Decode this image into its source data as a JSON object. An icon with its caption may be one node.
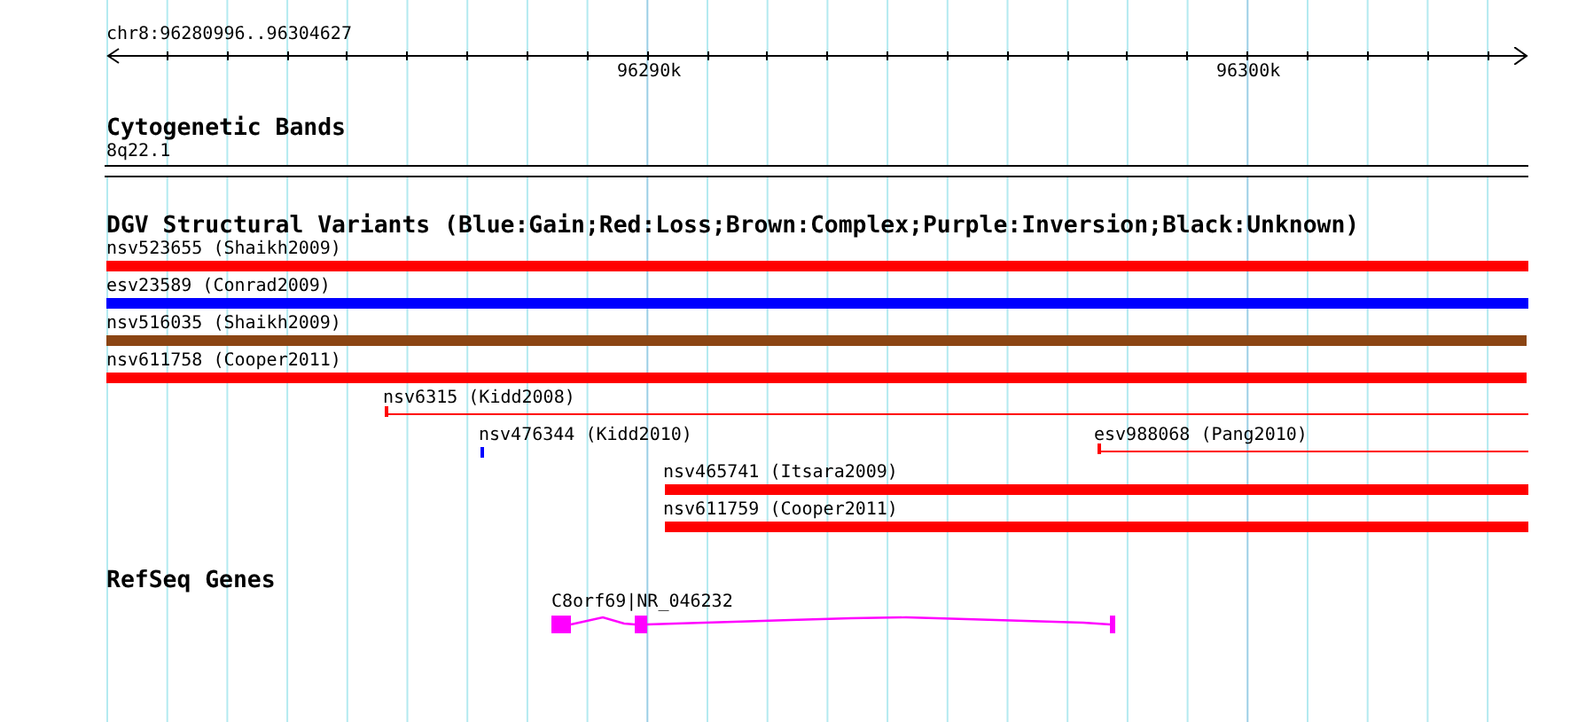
{
  "diagram": {
    "nodes": [
      {
        "text": [
          "8q22.1"
        ]
      },
      {
        "text": [
          "nsv523655 (Shaikh2009)"
        ]
      },
      {
        "text": [
          "esv23589 (Conrad2009)"
        ]
      },
      {
        "text": [
          "nsv516035 (Shaikh2009)"
        ]
      },
      {
        "text": [
          "nsv611758 (Cooper2011)"
        ]
      },
      {
        "text": [
          "nsv6315 (Kidd2008)"
        ]
      },
      {
        "text": [
          "nsv476344 (Kidd2010)"
        ]
      },
      {
        "text": [
          "esv988068 (Pang2010)"
        ]
      },
      {
        "text": [
          "nsv465741 (Itsara2009)"
        ]
      },
      {
        "text": [
          "nsv611759 (Cooper2011)"
        ]
      },
      {
        "text": [
          "C8orf69|NR_046232"
        ]
      }
    ],
    "labels": [
      "chr8:96280996..96304627",
      "96290k",
      "96300k",
      "Cytogenetic Bands",
      "DGV Structural Variants (Blue:Gain;Red:Loss;Brown:Complex;Purple:Inversion;Black:Unknown)",
      "RefSeq Genes"
    ]
  }
}
